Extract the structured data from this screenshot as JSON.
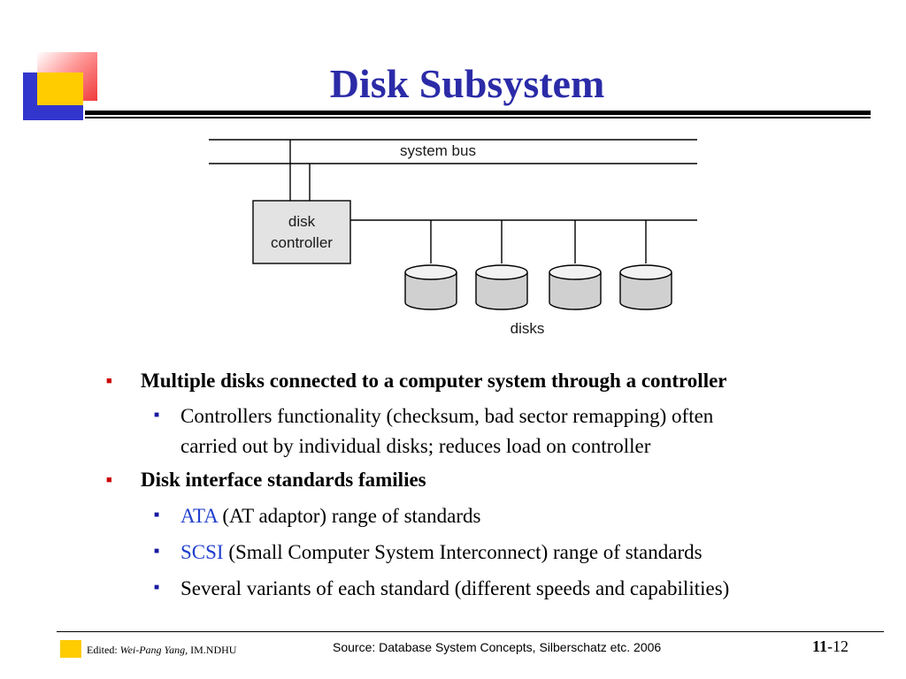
{
  "slide": {
    "title": "Disk Subsystem"
  },
  "diagram": {
    "bus_label": "system bus",
    "controller_label_line1": "disk",
    "controller_label_line2": "controller",
    "disks_label": "disks"
  },
  "bullets": [
    {
      "text": "Multiple disks connected to a computer system through a controller"
    },
    {
      "line1": "Controllers functionality (checksum, bad sector remapping) often",
      "line2": "carried out by individual disks; reduces load on controller"
    },
    {
      "text": "Disk interface standards families"
    },
    {
      "link": "ATA",
      "rest": " (AT adaptor) range of standards"
    },
    {
      "link": "SCSI",
      "rest": " (Small Computer System Interconnect) range of standards"
    },
    {
      "text": "Several variants of each standard (different speeds and capabilities)"
    }
  ],
  "footer": {
    "edited_prefix": "Edited: ",
    "author": "Wei-Pang Yang,",
    "org": " IM.NDHU",
    "source": "Source: Database System Concepts, Silberschatz etc. 2006",
    "chapter": "11",
    "page": "-12"
  },
  "colors": {
    "title": "#2b2ba8",
    "link": "#1f3fcf",
    "bullet": "#cc0000",
    "logo_yellow": "#ffcc00",
    "logo_blue": "#3336cc",
    "logo_red": "#f03a3a"
  }
}
